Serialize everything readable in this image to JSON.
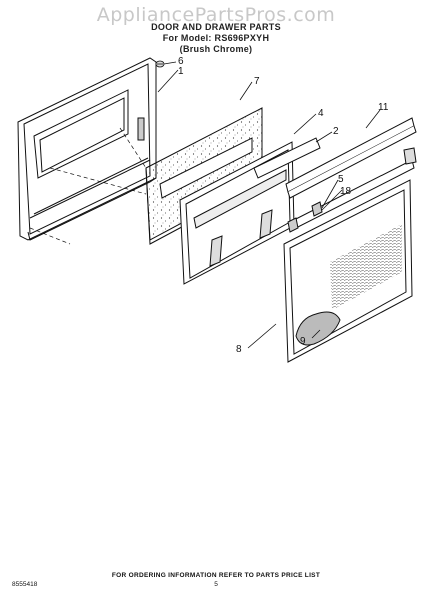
{
  "watermark": "AppliancePartsPros.com",
  "header": {
    "title": "DOOR AND DRAWER PARTS",
    "model_line": "For Model: RS696PXYH",
    "variant_line": "(Brush Chrome)"
  },
  "callouts": [
    "1",
    "2",
    "4",
    "5",
    "6",
    "7",
    "8",
    "9",
    "11",
    "18"
  ],
  "footer": {
    "note": "FOR ORDERING INFORMATION REFER TO PARTS PRICE LIST",
    "page": "5",
    "doc_number": "8555418"
  }
}
